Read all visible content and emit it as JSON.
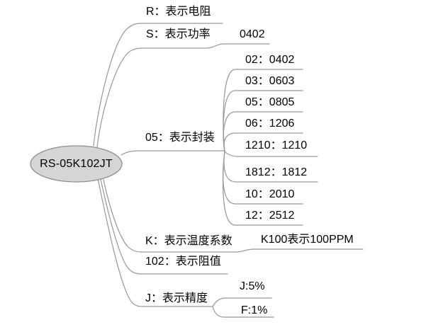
{
  "colors": {
    "line": "#979797",
    "ellipse_fill": "#d5d5d5",
    "ellipse_stroke": "#8e8e8e",
    "text": "#000000",
    "background": "#ffffff"
  },
  "root": {
    "label": "RS-05K102JT"
  },
  "branches": [
    {
      "label": "R：表示电阻",
      "children": []
    },
    {
      "label": "S：表示功率",
      "children": [
        {
          "label": "0402"
        }
      ]
    },
    {
      "label": "05：表示封装",
      "children": [
        {
          "label": "02：0402"
        },
        {
          "label": "03：0603"
        },
        {
          "label": "05：0805"
        },
        {
          "label": "06：1206"
        },
        {
          "label": "1210：1210"
        },
        {
          "label": "1812：1812"
        },
        {
          "label": "10：2010"
        },
        {
          "label": "12：2512"
        }
      ]
    },
    {
      "label": "K：表示温度系数",
      "children": [
        {
          "label": "K100表示100PPM"
        }
      ]
    },
    {
      "label": "102：表示阻值",
      "children": []
    },
    {
      "label": "J：表示精度",
      "children": [
        {
          "label": "J:5%"
        },
        {
          "label": "F:1%"
        }
      ]
    }
  ]
}
